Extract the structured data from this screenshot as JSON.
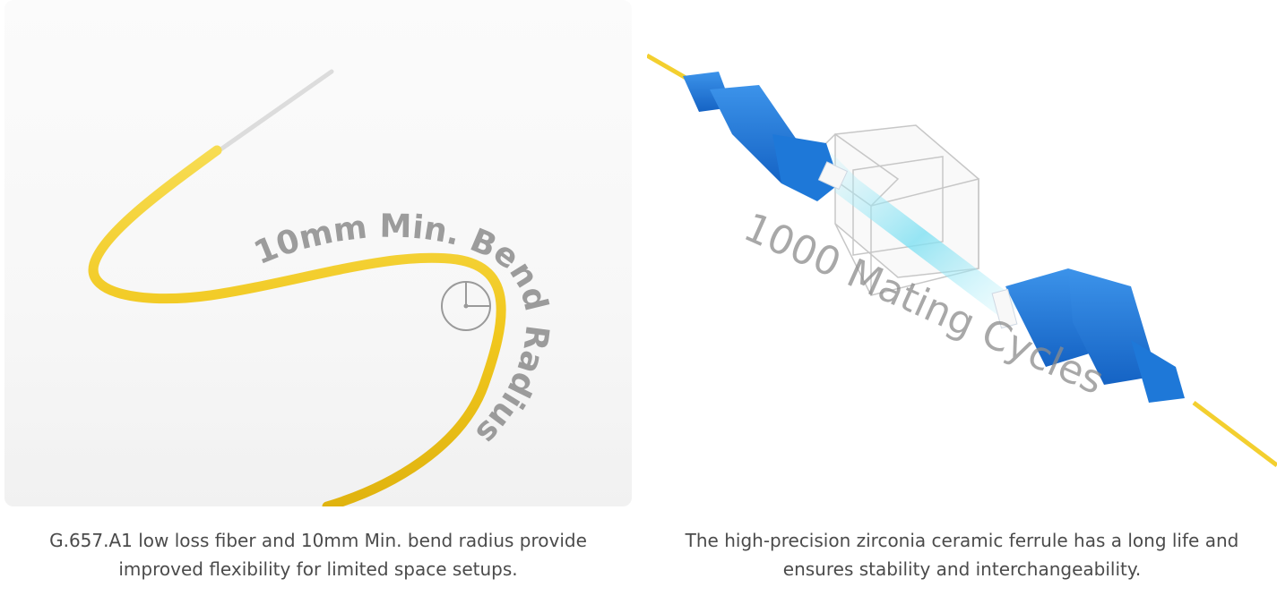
{
  "panels": [
    {
      "overlay_text": "10mm Min. Bend Radius",
      "caption_line1": "G.657.A1 low loss fiber and 10mm Min. bend radius provide",
      "caption_line2": "improved flexibility for limited space setups."
    },
    {
      "overlay_text": "1000 Mating Cycles",
      "caption_line1": "The high-precision zirconia ceramic ferrule has a long life and",
      "caption_line2": "ensures stability and interchangeability."
    }
  ],
  "colors": {
    "fiber_yellow": "#f3cf2f",
    "connector_blue": "#1e78d8",
    "overlay_text_gray": "#8c8c8c",
    "caption_text": "#4b4b4b",
    "light_beam": "#9be6f5"
  },
  "icons": [
    "clock-icon"
  ]
}
